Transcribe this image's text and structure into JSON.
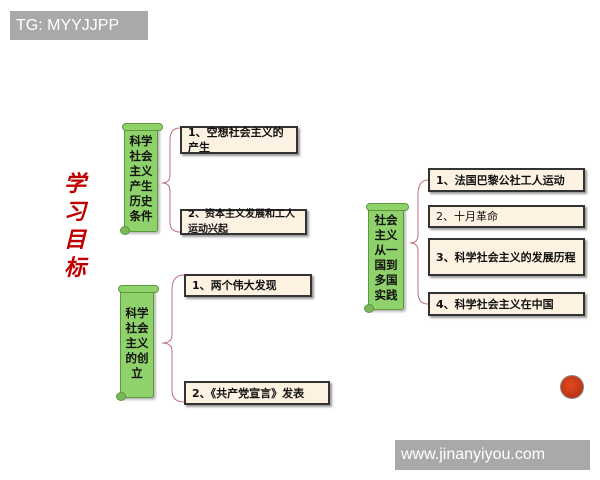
{
  "watermark_top": "TG: MYYJJPP",
  "watermark_bottom": "www.jinanyiyou.com",
  "title": "学习目标",
  "groups": [
    {
      "label": "科学社会主义产生历史条件",
      "items": [
        "1、空想社会主义的产生",
        "2、资本主义发展和工人运动兴起"
      ]
    },
    {
      "label": "科学社会主义的创立",
      "items": [
        "1、两个伟大发现",
        "2、《共产党宣言》发表"
      ]
    },
    {
      "label": "社会主义从一国到多国实践",
      "items": [
        "1、法国巴黎公社工人运动",
        "2、十月革命",
        "3、科学社会主义的发展历程",
        "4、科学社会主义在中国"
      ]
    }
  ],
  "colors": {
    "title": "#c00000",
    "scroll": "#8fd16a",
    "box": "#fdf1e2",
    "brace": "#c07080"
  }
}
